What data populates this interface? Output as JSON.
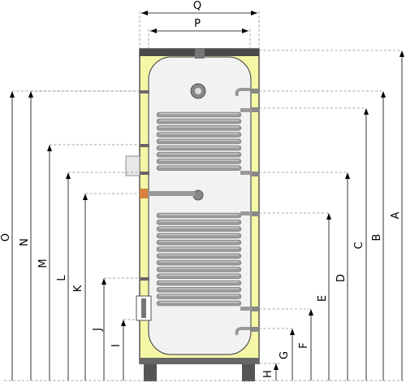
{
  "dimension_labels": {
    "Q": "Q",
    "P": "P",
    "O": "O",
    "N": "N",
    "M": "M",
    "L": "L",
    "K": "K",
    "J": "J",
    "I": "I",
    "G": "G",
    "H": "H",
    "F": "F",
    "E": "E",
    "D": "D",
    "C": "C",
    "B": "B",
    "A": "A"
  },
  "colors": {
    "insulation": "#f4f7a6",
    "tank": "#f2f2f2",
    "cap": "#4a4a4a",
    "coil": "#9a9a9a",
    "line": "#8a8a8a"
  }
}
